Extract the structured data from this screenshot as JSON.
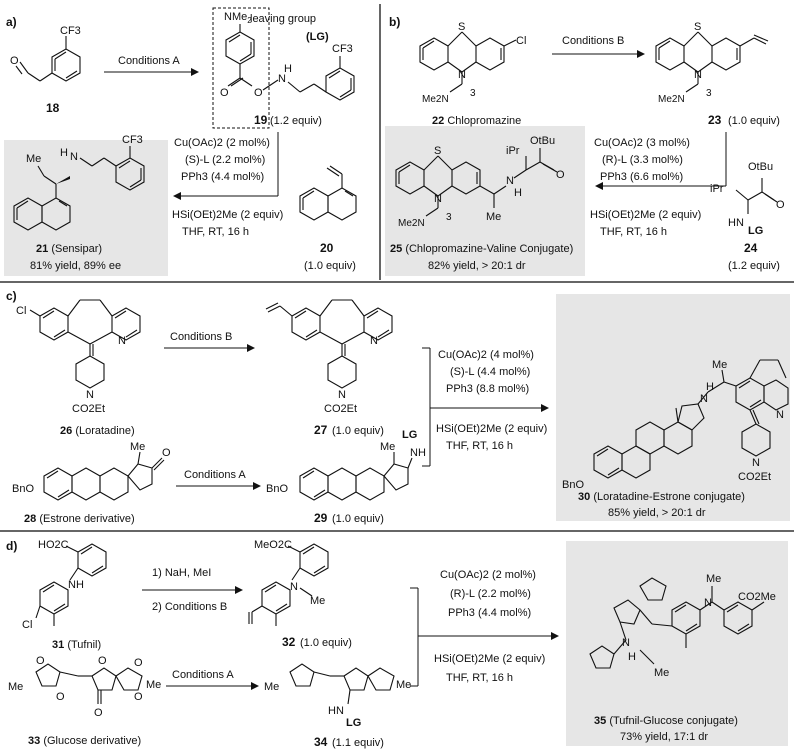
{
  "panels": {
    "a": "a)",
    "b": "b)",
    "c": "c)",
    "d": "d)"
  },
  "colors": {
    "shade": "#e6e6e6",
    "ink": "#111111"
  },
  "panel_a": {
    "cond_A": "Conditions A",
    "nme2": "NMe",
    "nme2_sub": "2",
    "leaving_group": "leaving group",
    "lg_paren": "(LG)",
    "cf3_18": "CF3",
    "cf3_19": "CF3",
    "cf3_21": "CF3",
    "o": "O",
    "nh_19": "N",
    "h_19": "H",
    "c18_num": "18",
    "c19_num": "19",
    "c19_equiv": "(1.2 equiv)",
    "reag1": "Cu(OAc)2 (2 mol%)",
    "reag2": "(S)-L (2.2 mol%)",
    "reag3": "PPh3 (4.4 mol%)",
    "reag4": "HSi(OEt)2Me (2 equiv)",
    "reag5": "THF, RT, 16 h",
    "c20_num": "20",
    "c20_equiv": "(1.0 equiv)",
    "me_21": "Me",
    "n_21": "N",
    "h_21": "H",
    "c21_num": "21",
    "c21_name": "(Sensipar)",
    "c21_yield": "81% yield, 89% ee"
  },
  "panel_b": {
    "cond_B": "Conditions B",
    "s22": "S",
    "n22": "N",
    "cl22": "Cl",
    "me2n22": "Me2N",
    "sub22": "3",
    "c22_num": "22",
    "c22_name": "Chlopromazine",
    "s23": "S",
    "n23": "N",
    "me2n23": "Me2N",
    "sub23": "3",
    "c23_num": "23",
    "c23_equiv": "(1.0 equiv)",
    "reag1": "Cu(OAc)2 (3 mol%)",
    "reag2": "(R)-L (3.3 mol%)",
    "reag3": "PPh3 (6.6 mol%)",
    "reag4": "HSi(OEt)2Me (2 equiv)",
    "reag5": "THF, RT, 16 h",
    "otbu24": "OtBu",
    "ipr24": "iPr",
    "o24": "O",
    "hn24": "HN",
    "lg24": "LG",
    "c24_num": "24",
    "c24_equiv": "(1.2 equiv)",
    "s25": "S",
    "n25": "N",
    "me2n25": "Me2N",
    "sub25": "3",
    "otbu25": "OtBu",
    "ipr25": "iPr",
    "o25": "O",
    "n25b": "N",
    "h25": "H",
    "me25": "Me",
    "c25_num": "25",
    "c25_name": "(Chlopromazine-Valine Conjugate)",
    "c25_yield": "82% yield, > 20:1 dr"
  },
  "panel_c": {
    "cl26": "Cl",
    "n26": "N",
    "n26b": "N",
    "co2et26": "CO2Et",
    "c26_num": "26",
    "c26_name": "(Loratadine)",
    "cond_B": "Conditions B",
    "n27": "N",
    "n27b": "N",
    "co2et27": "CO2Et",
    "c27_num": "27",
    "c27_equiv": "(1.0 equiv)",
    "bno28": "BnO",
    "me28": "Me",
    "o28": "O",
    "c28_num": "28",
    "c28_name": "(Estrone derivative)",
    "cond_A": "Conditions A",
    "bno29": "BnO",
    "me29": "Me",
    "lg29": "LG",
    "nh29": "NH",
    "c29_num": "29",
    "c29_equiv": "(1.0 equiv)",
    "reag1": "Cu(OAc)2 (4 mol%)",
    "reag2": "(S)-L (4.4 mol%)",
    "reag3": "PPh3 (8.8 mol%)",
    "reag4": "HSi(OEt)2Me (2 equiv)",
    "reag5": "THF, RT, 16 h",
    "h30": "H",
    "n30": "N",
    "me30": "Me",
    "n30b": "N",
    "n30c": "N",
    "bno30": "BnO",
    "co2et30": "CO2Et",
    "c30_num": "30",
    "c30_name": "(Loratadine-Estrone conjugate)",
    "c30_yield": "85% yield, > 20:1 dr"
  },
  "panel_d": {
    "ho2c31": "HO2C",
    "nh31": "NH",
    "cl31": "Cl",
    "c31_num": "31",
    "c31_name": "(Tufnil)",
    "step1": "1) NaH, MeI",
    "step2": "2) Conditions B",
    "meo2c32": "MeO2C",
    "n32": "N",
    "me32": "Me",
    "c32_num": "32",
    "c32_equiv": "(1.0 equiv)",
    "o33a": "O",
    "o33b": "O",
    "o33c": "O",
    "o33d": "O",
    "o33e": "O",
    "o33f": "O",
    "me33a": "Me",
    "me33b": "Me",
    "c33_num": "33",
    "c33_name": "(Glucose derivative)",
    "cond_A": "Conditions A",
    "me34a": "Me",
    "me34b": "Me",
    "hn34": "HN",
    "lg34": "LG",
    "c34_num": "34",
    "c34_equiv": "(1.1 equiv)",
    "reag1": "Cu(OAc)2 (2 mol%)",
    "reag2": "(R)-L (2.2 mol%)",
    "reag3": "PPh3 (4.4 mol%)",
    "reag4": "HSi(OEt)2Me (2 equiv)",
    "reag5": "THF, RT, 16 h",
    "me35a": "Me",
    "n35": "N",
    "co2me35": "CO2Me",
    "n35b": "N",
    "h35": "H",
    "me35b": "Me",
    "c35_num": "35",
    "c35_name": "(Tufnil-Glucose conjugate)",
    "c35_yield": "73% yield, 17:1 dr"
  }
}
